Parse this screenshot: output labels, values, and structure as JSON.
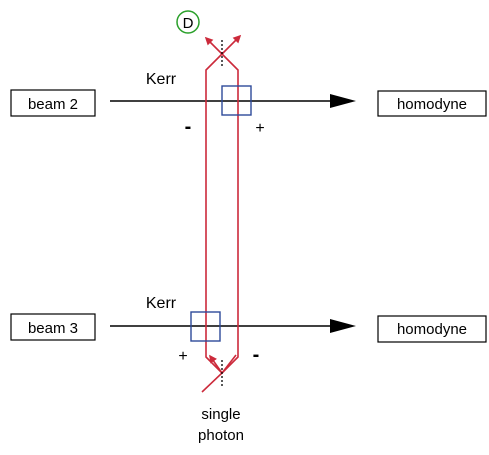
{
  "labels": {
    "beam2": "beam 2",
    "beam3": "beam 3",
    "homodyne_top": "homodyne",
    "homodyne_bottom": "homodyne",
    "kerr_top": "Kerr",
    "kerr_bottom": "Kerr",
    "sign_top_left": "-",
    "sign_top_right": "+",
    "sign_bottom_left": "+",
    "sign_bottom_right": "-",
    "detector": "D",
    "source_line1": "single",
    "source_line2": "photon"
  },
  "colors": {
    "interferometer": "#cc2a3b",
    "kerr_box": "#2d4a9a",
    "detector": "#2aa02a",
    "beam": "#000000"
  }
}
